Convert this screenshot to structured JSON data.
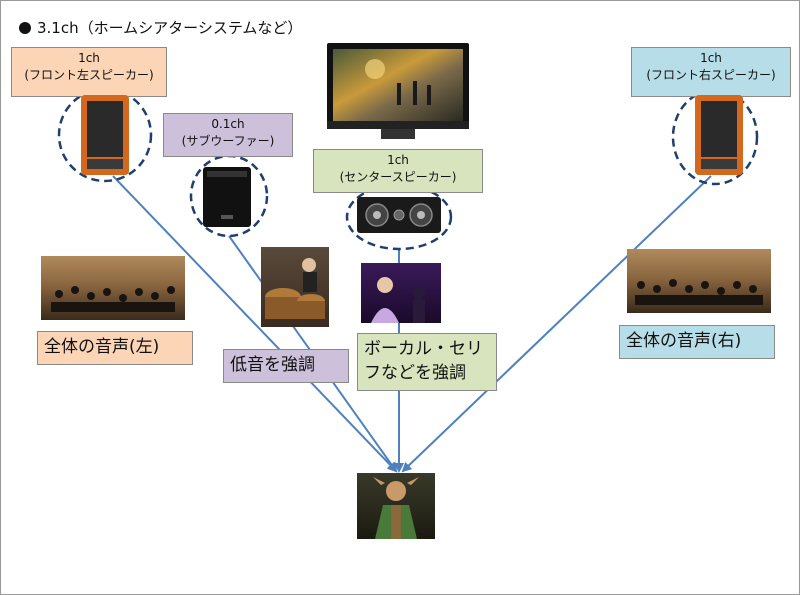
{
  "title": "3.1ch（ホームシアターシステムなど）",
  "speakers": {
    "front_left": {
      "channel": "1ch",
      "name": "(フロント左スピーカー)"
    },
    "subwoofer": {
      "channel": "0.1ch",
      "name": "(サブウーファー)"
    },
    "center": {
      "channel": "1ch",
      "name": "(センタースピーカー)"
    },
    "front_right": {
      "channel": "1ch",
      "name": "(フロント右スピーカー)"
    }
  },
  "descriptions": {
    "left": "全体の音声(左)",
    "bass": "低音を強調",
    "vocal_line1": "ボーカル・セリ",
    "vocal_line2": "フなどを強調",
    "right": "全体の音声(右)"
  },
  "colors": {
    "front_left_label": "#fbd5b5",
    "subwoofer_label": "#ccc0da",
    "center_label": "#d7e4bd",
    "front_right_label": "#b7dee8",
    "arrow": "#4f81bd",
    "dashed_circle": "#1f3f6f"
  },
  "icons": [
    "front-left-speaker-icon",
    "subwoofer-icon",
    "center-speaker-icon",
    "front-right-speaker-icon",
    "tv-icon"
  ]
}
